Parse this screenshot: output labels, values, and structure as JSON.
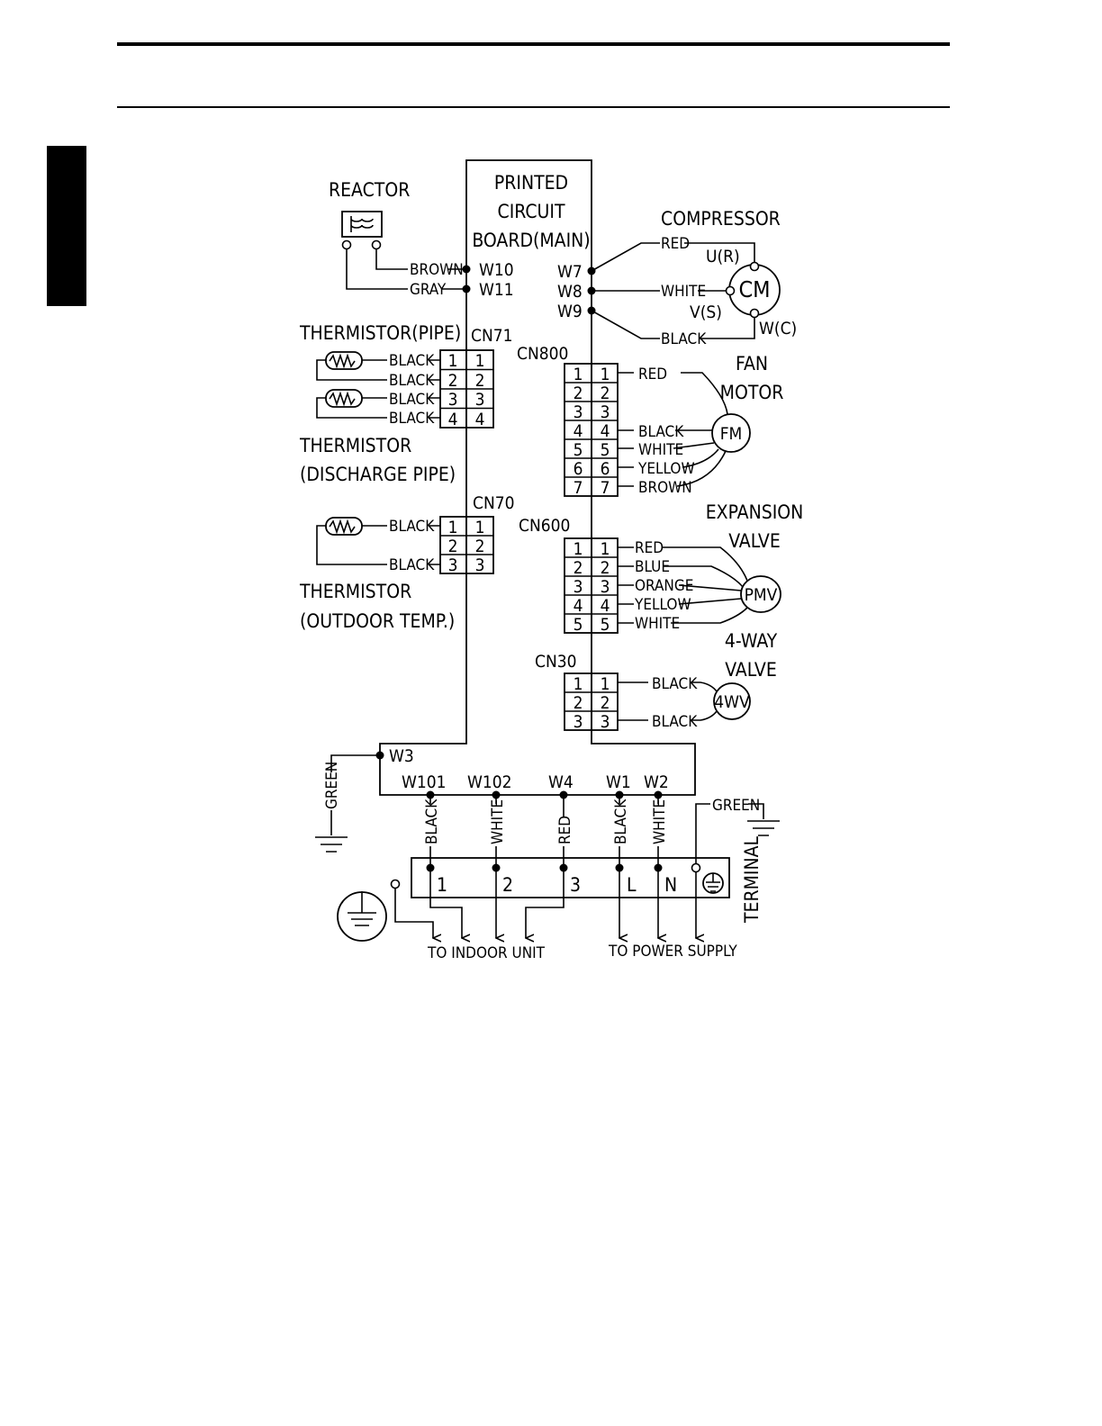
{
  "board": {
    "l1": "PRINTED",
    "l2": "CIRCUIT",
    "l3": "BOARD(MAIN)"
  },
  "reactor": {
    "title": "REACTOR",
    "wire1": "BROWN",
    "wire2": "GRAY",
    "term1": "W10",
    "term2": "W11"
  },
  "compressor": {
    "title": "COMPRESSOR",
    "symbol": "CM",
    "u": "U(R)",
    "v": "V(S)",
    "w": "W(C)",
    "wires": [
      "RED",
      "WHITE",
      "BLACK"
    ],
    "terms": [
      "W7",
      "W8",
      "W9"
    ]
  },
  "cn71": {
    "name": "CN71",
    "pins": [
      "1",
      "2",
      "3",
      "4"
    ],
    "wires": [
      "BLACK",
      "BLACK",
      "BLACK",
      "BLACK"
    ],
    "thermistor1": "THERMISTOR(PIPE)",
    "thermistor2_l1": "THERMISTOR",
    "thermistor2_l2": "(DISCHARGE PIPE)"
  },
  "cn70": {
    "name": "CN70",
    "pins": [
      "1",
      "2",
      "3"
    ],
    "wires": [
      "BLACK",
      "BLACK"
    ],
    "thermistor_l1": "THERMISTOR",
    "thermistor_l2": "(OUTDOOR TEMP.)"
  },
  "cn800": {
    "name": "CN800",
    "pins": [
      "1",
      "2",
      "3",
      "4",
      "5",
      "6",
      "7"
    ],
    "wires": [
      "RED",
      "BLACK",
      "WHITE",
      "YELLOW",
      "BROWN"
    ],
    "motor_l1": "FAN",
    "motor_l2": "MOTOR",
    "symbol": "FM"
  },
  "cn600": {
    "name": "CN600",
    "pins": [
      "1",
      "2",
      "3",
      "4",
      "5"
    ],
    "wires": [
      "RED",
      "BLUE",
      "ORANGE",
      "YELLOW",
      "WHITE"
    ],
    "valve_l1": "EXPANSION",
    "valve_l2": "VALVE",
    "symbol": "PMV"
  },
  "cn30": {
    "name": "CN30",
    "pins": [
      "1",
      "2",
      "3"
    ],
    "wires": [
      "BLACK",
      "BLACK"
    ],
    "valve_l1": "4-WAY",
    "valve_l2": "VALVE",
    "symbol": "4WV"
  },
  "ground": {
    "w3": "W3",
    "wire": "GREEN",
    "wire2": "GREEN"
  },
  "bottom_terms": {
    "names": [
      "W101",
      "W102",
      "W4",
      "W1",
      "W2"
    ],
    "wires": [
      "BLACK",
      "WHITE",
      "RED",
      "BLACK",
      "WHITE"
    ]
  },
  "terminal": {
    "label": "TERMINAL",
    "nums": [
      "1",
      "2",
      "3",
      "L",
      "N"
    ],
    "to_indoor": "TO INDOOR UNIT",
    "to_power": "TO POWER SUPPLY"
  }
}
